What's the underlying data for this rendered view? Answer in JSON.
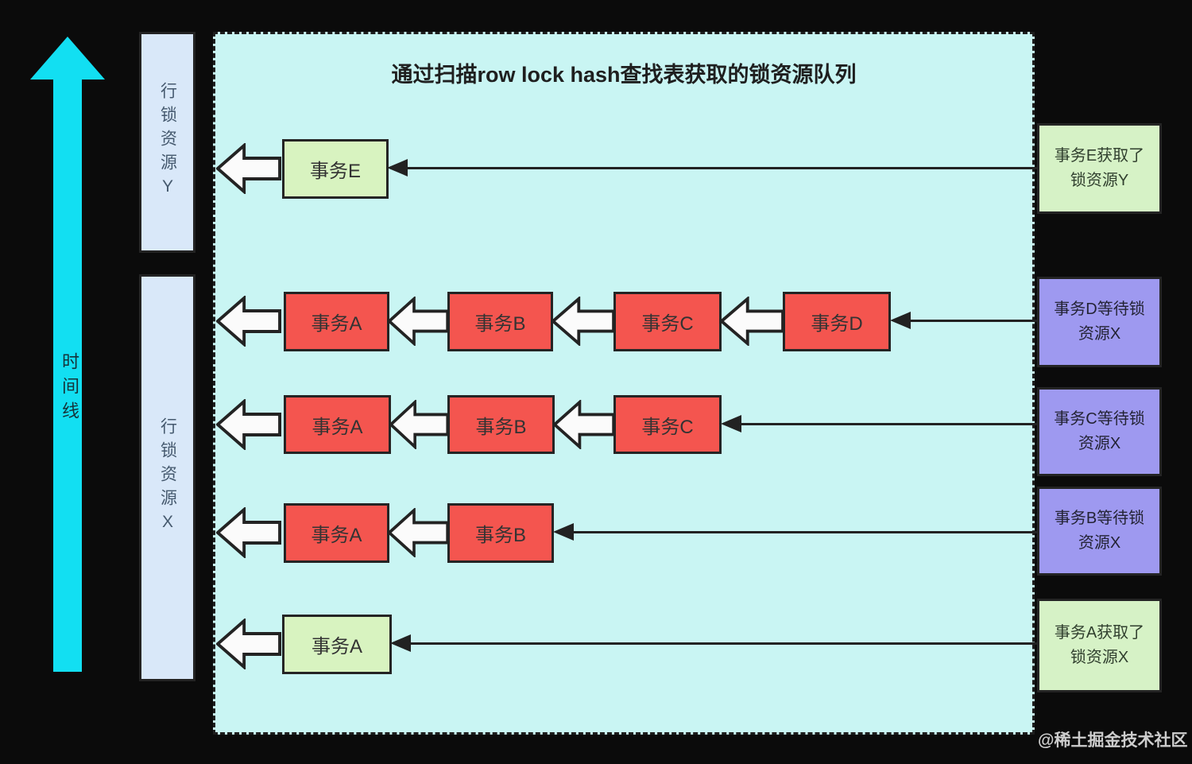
{
  "title": "通过扫描row lock hash查找表获取的锁资源队列",
  "timeline_label": "时间线",
  "resources": {
    "y": "行锁资源Y",
    "x": "行锁资源X"
  },
  "queues": [
    {
      "resource": "Y",
      "nodes": [
        {
          "label": "事务E",
          "state": "granted"
        }
      ]
    },
    {
      "resource": "X",
      "nodes": [
        {
          "label": "事务A",
          "state": "waiting"
        },
        {
          "label": "事务B",
          "state": "waiting"
        },
        {
          "label": "事务C",
          "state": "waiting"
        },
        {
          "label": "事务D",
          "state": "waiting"
        }
      ]
    },
    {
      "resource": "X",
      "nodes": [
        {
          "label": "事务A",
          "state": "waiting"
        },
        {
          "label": "事务B",
          "state": "waiting"
        },
        {
          "label": "事务C",
          "state": "waiting"
        }
      ]
    },
    {
      "resource": "X",
      "nodes": [
        {
          "label": "事务A",
          "state": "waiting"
        },
        {
          "label": "事务B",
          "state": "waiting"
        }
      ]
    },
    {
      "resource": "X",
      "nodes": [
        {
          "label": "事务A",
          "state": "granted"
        }
      ]
    }
  ],
  "annotations": [
    {
      "line1": "事务E获取了",
      "line2": "锁资源Y",
      "type": "grant"
    },
    {
      "line1": "事务D等待锁",
      "line2": "资源X",
      "type": "wait"
    },
    {
      "line1": "事务C等待锁",
      "line2": "资源X",
      "type": "wait"
    },
    {
      "line1": "事务B等待锁",
      "line2": "资源X",
      "type": "wait"
    },
    {
      "line1": "事务A获取了",
      "line2": "锁资源X",
      "type": "grant"
    }
  ],
  "watermark": "@稀土掘金技术社区",
  "colors": {
    "canvas": "#c9f5f3",
    "granted": "#d8f3c0",
    "waiting": "#f4554f",
    "annotation_grant": "#d6f2c6",
    "annotation_wait": "#9e99f0",
    "resource": "#d9e8f9",
    "timeline": "#12dff2"
  }
}
